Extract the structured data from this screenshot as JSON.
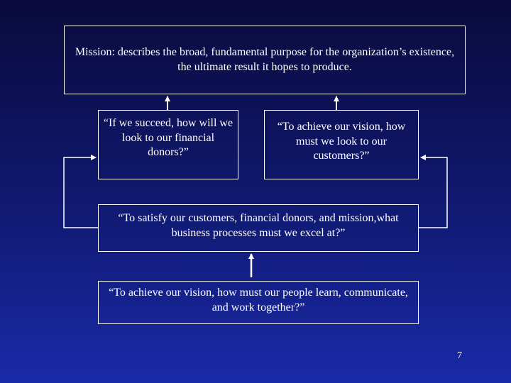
{
  "mission": {
    "text": "Mission: describes the broad, fundamental purpose for the organization’s existence, the ultimate result it hopes to produce."
  },
  "financial": {
    "text": "“If we succeed, how will we look to our financial donors?”"
  },
  "customer": {
    "text": "“To achieve our vision, how must we look to our customers?”"
  },
  "internal_process": {
    "text": "“To satisfy our customers, financial donors, and mission,what business processes must we excel at?”"
  },
  "learning_growth": {
    "text": "“To achieve our vision, how must our people learn, communicate, and work together?”"
  },
  "slide": {
    "page_number": "7"
  },
  "colors": {
    "background_top": "#0a0a3c",
    "background_bottom": "#1a2aa8",
    "line": "#ffffff",
    "text": "#ffffff"
  }
}
